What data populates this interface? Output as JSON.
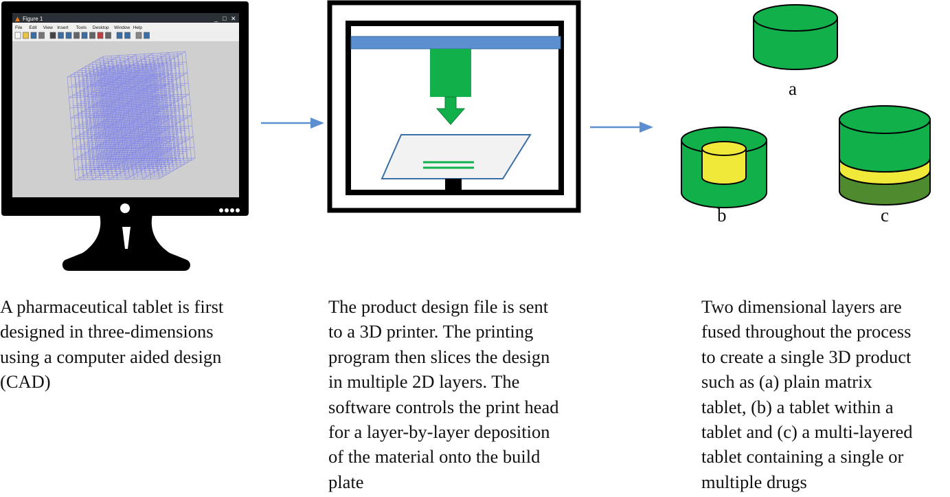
{
  "monitor": {
    "window_title": "Figure 1",
    "window_controls": [
      "_",
      "□",
      "✕"
    ],
    "menu": [
      "File",
      "Edit",
      "View",
      "Insert",
      "Tools",
      "Desktop",
      "Window",
      "Help"
    ],
    "toolbar_icons": [
      "new-file-icon",
      "open-folder-icon",
      "save-icon",
      "print-icon",
      "pointer-icon",
      "zoom-in-icon",
      "zoom-out-icon",
      "pan-icon",
      "rotate-icon",
      "data-cursor-icon",
      "brush-icon",
      "link-icon",
      "colorbar-icon",
      "legend-icon",
      "hide-plot-icon",
      "show-plot-icon"
    ],
    "cube_color": "#7b7fe8"
  },
  "printer": {
    "gantry_color": "#5b8fd0",
    "nozzle_color": "#11b04a",
    "plate_fill": "#f2f2f2",
    "plate_stroke": "#3a6ea5"
  },
  "tablets": {
    "green": "#11b04a",
    "yellow": "#f0e93a",
    "dark_green": "#4e8a2e",
    "labels": {
      "a": "a",
      "b": "b",
      "c": "c"
    }
  },
  "arrows": {
    "color": "#5b8fd0"
  },
  "captions": {
    "step1": "A pharmaceutical tablet is first\ndesigned in three-dimensions\nusing a computer aided design\n(CAD)",
    "step2": "The product design file is sent\nto a 3D printer. The printing\nprogram then slices the design\nin multiple 2D layers. The\nsoftware controls the print head\nfor a layer-by-layer deposition\nof the material onto the build\nplate",
    "step3": "Two dimensional layers are\nfused throughout the process\nto create a single 3D product\nsuch as (a) plain matrix\ntablet, (b) a tablet within a\ntablet and (c) a multi-layered\ntablet containing a single or\nmultiple drugs"
  }
}
